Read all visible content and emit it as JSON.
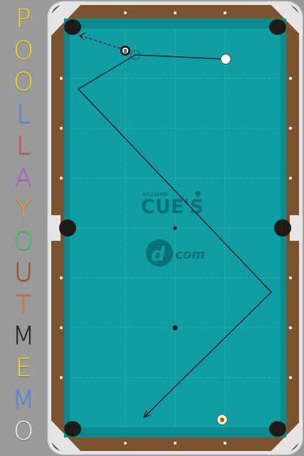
{
  "title_letters": [
    {
      "ch": "P",
      "color": "#f2d81c"
    },
    {
      "ch": "O",
      "color": "#f2d81c"
    },
    {
      "ch": "O",
      "color": "#f2d81c"
    },
    {
      "ch": "L",
      "color": "#4a8fe6"
    },
    {
      "ch": "L",
      "color": "#e8463a"
    },
    {
      "ch": "A",
      "color": "#b45fd6"
    },
    {
      "ch": "Y",
      "color": "#f29a1c"
    },
    {
      "ch": "O",
      "color": "#3ccf5a"
    },
    {
      "ch": "U",
      "color": "#9a4a1e"
    },
    {
      "ch": "T",
      "color": "#f06a1e"
    },
    {
      "ch": "M",
      "color": "#222222"
    },
    {
      "ch": "E",
      "color": "#f2d81c"
    },
    {
      "ch": "M",
      "color": "#4a8fe6"
    },
    {
      "ch": "O",
      "color": "#e8e8e8"
    }
  ],
  "logo": {
    "small": "BILLIARD",
    "big": "CUE'S",
    "com": "com"
  },
  "balls": {
    "eight_number": "8",
    "nine_number": "9"
  },
  "colors": {
    "felt": "#0e9ea4",
    "cushion": "#0b8a8f",
    "rail": "#7a5431",
    "corner": "#e4e4e4",
    "sidebar": "#9a9a9a",
    "logo": "#0a7277"
  }
}
